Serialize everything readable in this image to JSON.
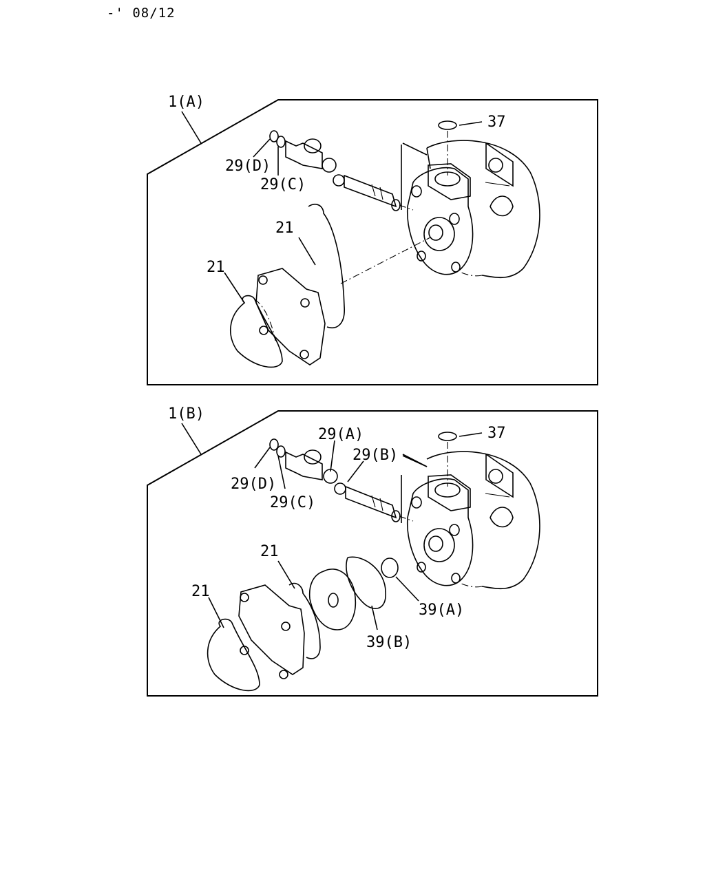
{
  "header": {
    "page_code": "-' 08/12"
  },
  "panel_a": {
    "assembly_label": "1(A)",
    "callouts": {
      "seal_37": "37",
      "ring_29d": "29(D)",
      "ring_29c": "29(C)",
      "gasket_21_upper": "21",
      "gasket_21_lower": "21"
    }
  },
  "panel_b": {
    "assembly_label": "1(B)",
    "callouts": {
      "seal_37": "37",
      "ring_29a": "29(A)",
      "ring_29b": "29(B)",
      "ring_29d": "29(D)",
      "ring_29c": "29(C)",
      "gasket_21_upper": "21",
      "gasket_21_lower": "21",
      "ring_39a": "39(A)",
      "ring_39b": "39(B)"
    }
  }
}
